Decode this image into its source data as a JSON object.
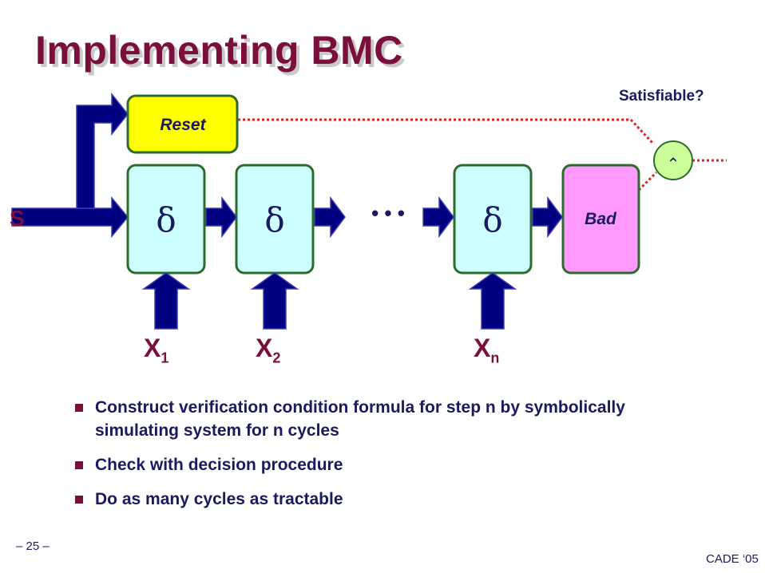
{
  "slide": {
    "title": "Implementing BMC",
    "page_number": "– 25 –",
    "footer": "CADE ‘05"
  },
  "diagram": {
    "reset_label": "Reset",
    "bad_label": "Bad",
    "delta_symbol": "δ",
    "ellipsis": "• • •",
    "input_label": "S",
    "satisfiable_label": "Satisfiable?",
    "or_symbol": "⌃",
    "inputs": [
      {
        "base": "X",
        "sub": "1"
      },
      {
        "base": "X",
        "sub": "2"
      },
      {
        "base": "X",
        "sub": "n"
      }
    ],
    "colors": {
      "reset_fill": "#ffff00",
      "delta_fill": "#ccffff",
      "bad_fill": "#ff99ff",
      "or_fill": "#ccff99",
      "box_border": "#2d6b2d",
      "arrow": "#000080",
      "dotted": "#e0201e"
    }
  },
  "bullets": [
    "Construct verification condition formula for step n by symbolically simulating system for n cycles",
    "Check with decision procedure",
    "Do as many cycles as tractable"
  ]
}
